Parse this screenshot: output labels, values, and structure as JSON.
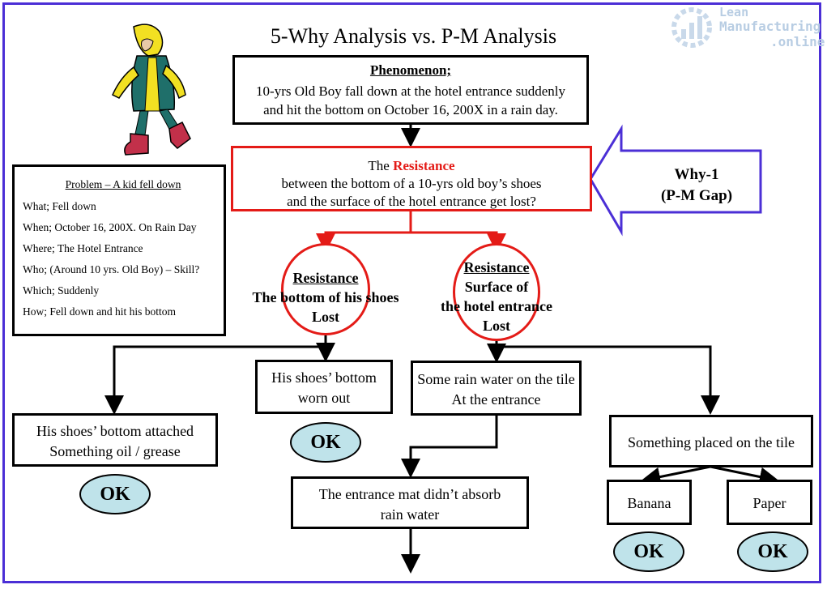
{
  "brand": {
    "line1": "Lean",
    "line2": "Manufacturing",
    "line3": ".online"
  },
  "title": "5-Why Analysis vs. P-M Analysis",
  "phenomenon": {
    "heading": "Phenomenon;",
    "line1": "10-yrs Old Boy fall down at the hotel entrance suddenly",
    "line2": "and hit the bottom on October 16, 200X in a rain day."
  },
  "resistance_box": {
    "prefix": "The ",
    "highlight": "Resistance",
    "line2": "between the bottom of a 10-yrs old boy’s shoes",
    "line3": "and the surface of the hotel entrance get lost?"
  },
  "why_arrow": {
    "line1": "Why-1",
    "line2": "(P-M Gap)"
  },
  "problem": {
    "heading": "Problem – A kid fell down",
    "lines": [
      "What; Fell down",
      "When; October 16, 200X. On Rain Day",
      "Where; The Hotel Entrance",
      "Who; (Around 10 yrs. Old Boy) – Skill?",
      "Which; Suddenly",
      "How; Fell down and hit his bottom"
    ]
  },
  "circle_left": {
    "heading": "Resistance",
    "line2": "The bottom of his shoes",
    "line3": "Lost"
  },
  "circle_right": {
    "heading": "Resistance",
    "line2": "Surface of",
    "line3": "the hotel entrance",
    "line4": "Lost"
  },
  "nodes": {
    "oil": {
      "line1": "His shoes’ bottom attached",
      "line2": "Something oil / grease"
    },
    "worn": {
      "line1": "His shoes’ bottom",
      "line2": "worn out"
    },
    "rain": {
      "line1": "Some rain water on the tile",
      "line2": "At the entrance"
    },
    "mat": {
      "line1": "The entrance mat didn’t absorb",
      "line2": "rain water"
    },
    "placed": {
      "line1": "Something placed on the tile"
    },
    "banana": {
      "line1": "Banana"
    },
    "paper": {
      "line1": "Paper"
    }
  },
  "ok_label": "OK",
  "colors": {
    "frame": "#4b2fd6",
    "resistance": "#e41b17",
    "ok_fill": "#bfe3ea",
    "why_border": "#4b2fd6"
  }
}
